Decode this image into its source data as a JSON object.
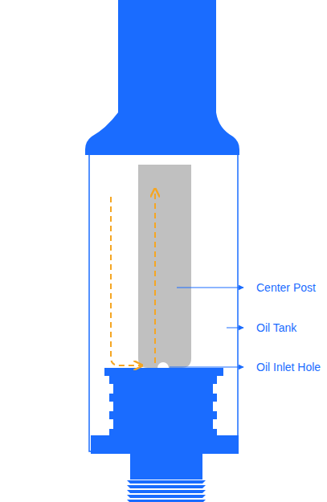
{
  "diagram": {
    "labels": [
      "Center Post",
      "Oil Tank",
      "Oil Inlet Hole"
    ]
  }
}
